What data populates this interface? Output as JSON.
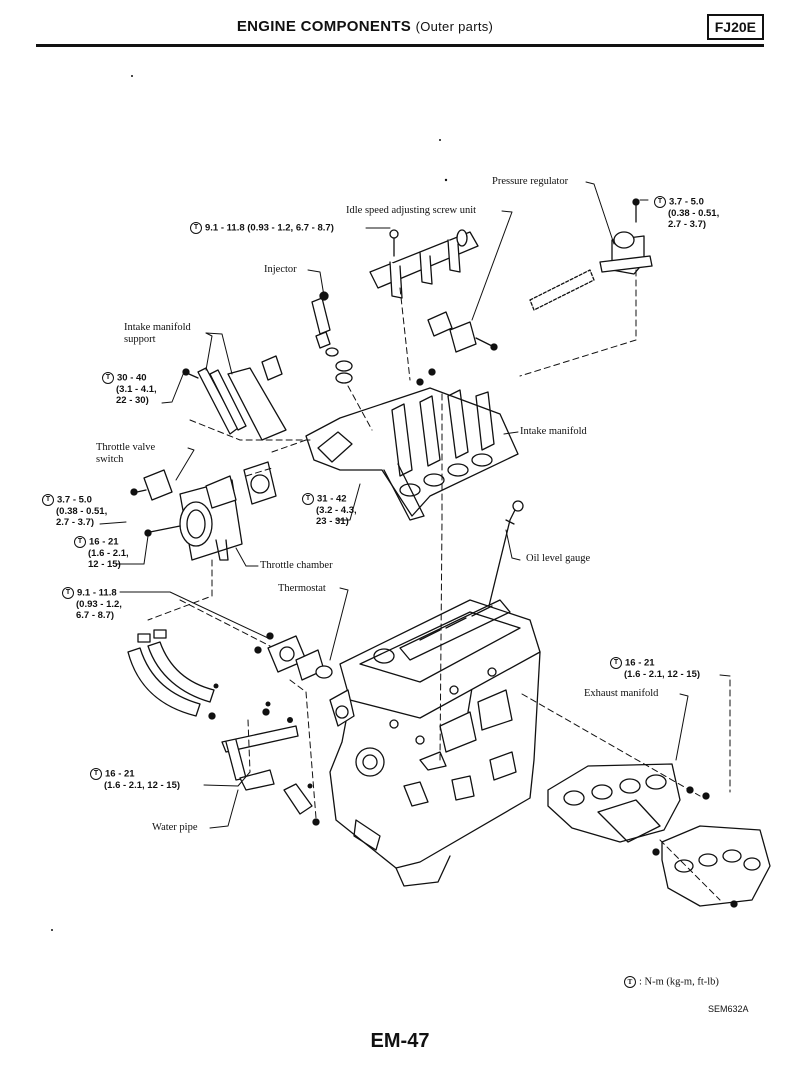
{
  "header": {
    "title": "ENGINE COMPONENTS",
    "subtitle": "(Outer parts)",
    "model": "FJ20E"
  },
  "labels": {
    "pressure_regulator": "Pressure regulator",
    "idle_speed": "Idle speed adjusting screw unit",
    "injector": "Injector",
    "intake_support_1": "Intake manifold",
    "intake_support_2": "support",
    "throttle_switch_1": "Throttle valve",
    "throttle_switch_2": "switch",
    "intake_manifold": "Intake manifold",
    "throttle_chamber": "Throttle chamber",
    "oil_gauge": "Oil level gauge",
    "thermostat": "Thermostat",
    "exhaust_manifold": "Exhaust manifold",
    "water_pipe": "Water pipe"
  },
  "specs": {
    "pr_1": "3.7 - 5.0",
    "pr_2": "(0.38 - 0.51,",
    "pr_3": "2.7 - 3.7)",
    "idle": "9.1 - 11.8 (0.93 - 1.2, 6.7 - 8.7)",
    "sup_1": "30 - 40",
    "sup_2": "(3.1 - 4.1,",
    "sup_3": "22 - 30)",
    "tvs_1": "3.7 - 5.0",
    "tvs_2": "(0.38 - 0.51,",
    "tvs_3": "2.7 - 3.7)",
    "tc_1": "16 - 21",
    "tc_2": "(1.6 - 2.1,",
    "tc_3": "12 - 15)",
    "im_1": "31 - 42",
    "im_2": "(3.2 - 4.3,",
    "im_3": "23 - 31)",
    "th_1": "9.1 - 11.8",
    "th_2": "(0.93 - 1.2,",
    "th_3": "6.7 - 8.7)",
    "ex_1": "16 - 21",
    "ex_2": "(1.6 - 2.1, 12 - 15)",
    "wp_1": "16 - 21",
    "wp_2": "(1.6 - 2.1, 12 - 15)",
    "torque_symbol": "T"
  },
  "legend": ": N-m (kg-m, ft-lb)",
  "figure_code": "SEM632A",
  "page_number": "EM-47"
}
